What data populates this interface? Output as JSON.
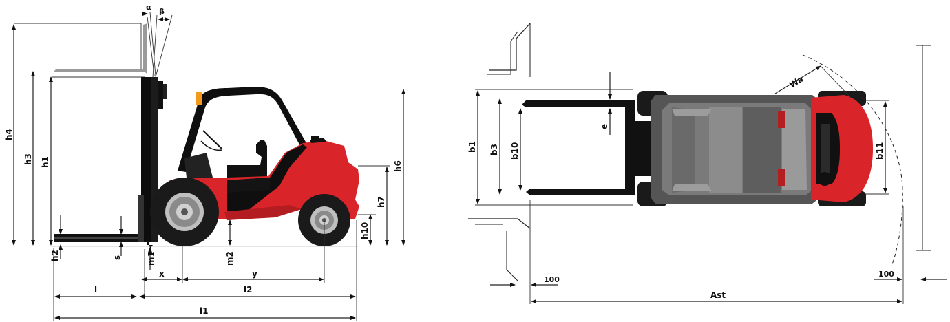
{
  "side_view": {
    "labels": {
      "alpha": "α",
      "beta": "β",
      "h4": "h4",
      "h3": "h3",
      "h1": "h1",
      "h6": "h6",
      "h7": "h7",
      "h10": "h10",
      "h2": "h2",
      "s": "s",
      "m1": "m1",
      "m2": "m2",
      "x": "x",
      "y": "y",
      "l": "l",
      "l2": "l2",
      "l1": "l1"
    }
  },
  "top_view": {
    "labels": {
      "b1": "b1",
      "b3": "b3",
      "b10": "b10",
      "b11": "b11",
      "e": "e",
      "wa": "Wa",
      "clear_left": "100",
      "clear_right": "100",
      "ast": "Ast"
    }
  },
  "colors": {
    "chassis_red": "#d9252a",
    "body_black": "#111111",
    "tyre": "#1a1a1a",
    "rim": "#bfbfbf",
    "mast": "#0d0d0d",
    "gray_top": "#7a7a7a",
    "gray_dark": "#555555"
  }
}
